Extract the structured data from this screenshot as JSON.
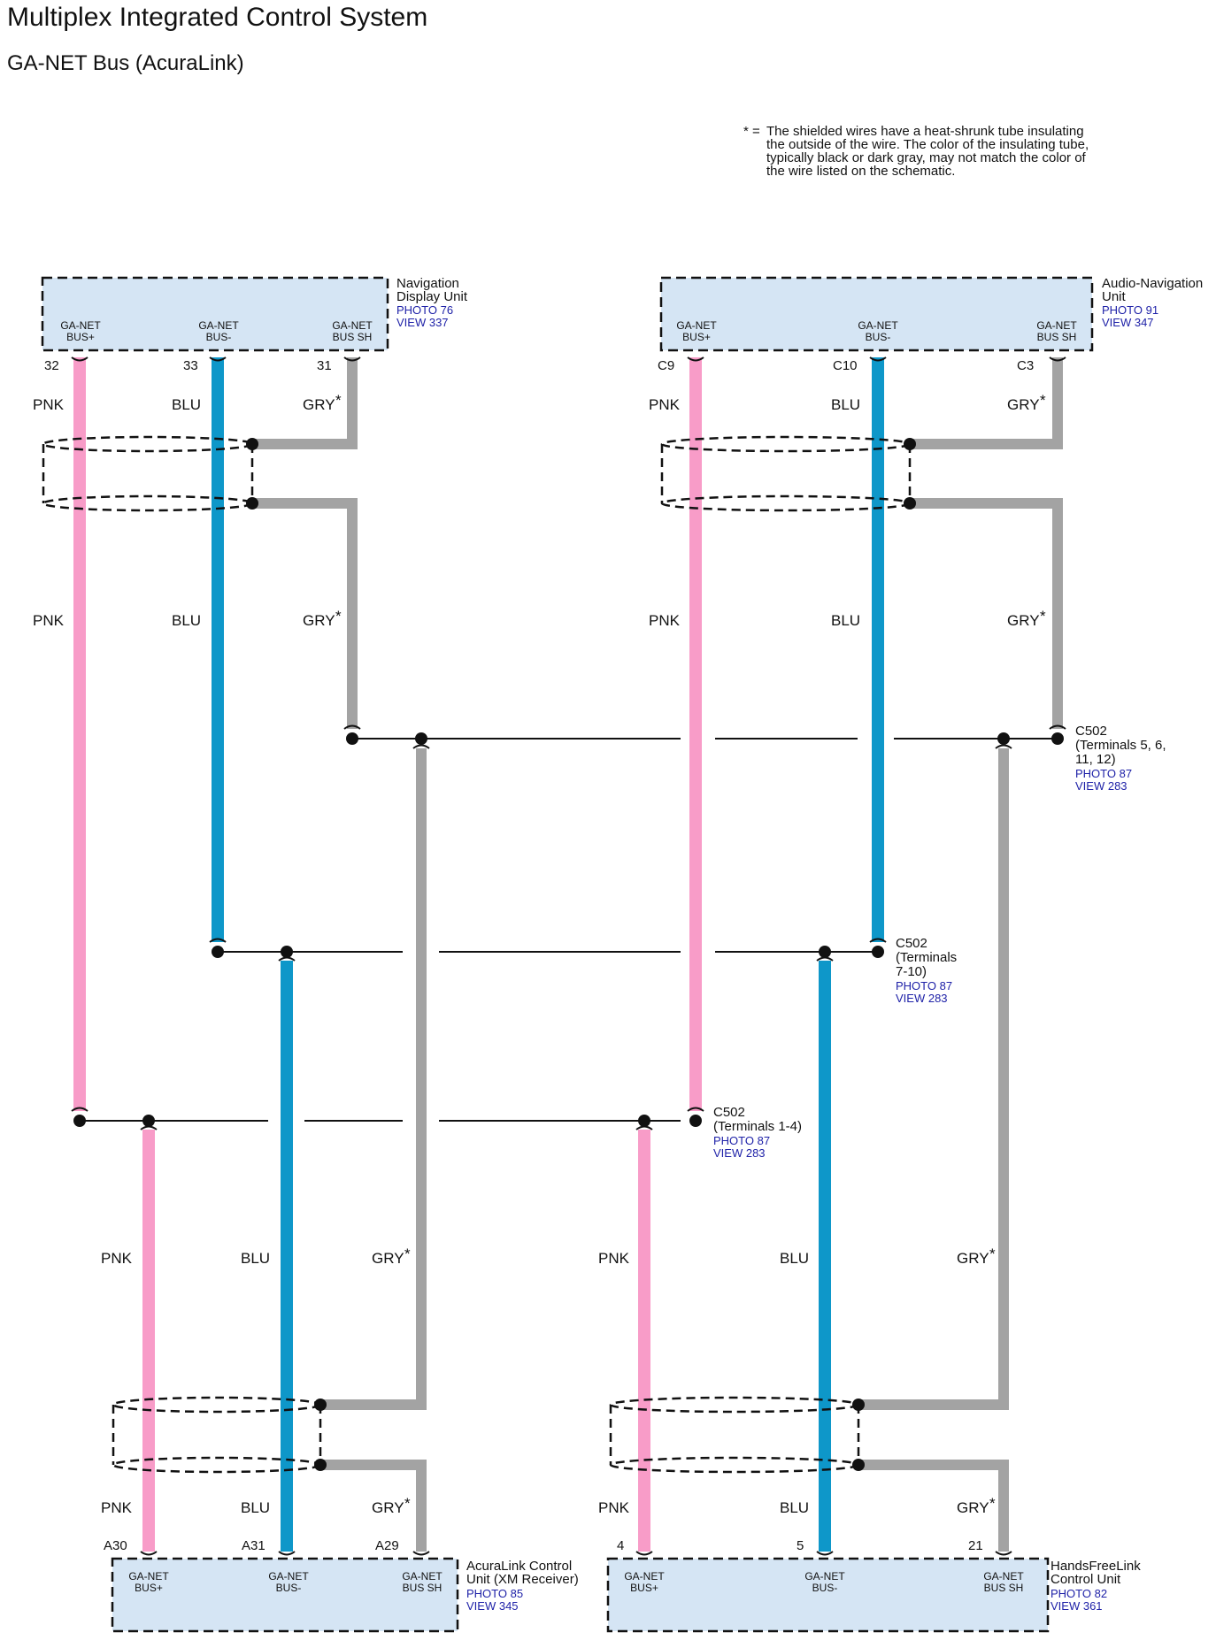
{
  "header": {
    "title": "Multiplex Integrated Control System",
    "subtitle": "GA-NET Bus (AcuraLink)"
  },
  "note": {
    "marker": "* =",
    "lines": [
      "The shielded wires have a heat-shrunk tube insulating",
      "the outside of the wire. The color of the insulating tube,",
      "typically black or dark gray, may not match the color of",
      "the wire listed on the schematic."
    ]
  },
  "colors": {
    "pnk": "#f89cc8",
    "blu": "#0e97c9",
    "gry": "#a3a3a3",
    "box_fill": "#d5e5f4"
  },
  "components": {
    "nav_display": {
      "name1": "Navigation",
      "name2": "Display Unit",
      "photo": "PHOTO 76",
      "view": "VIEW 337",
      "terminals": [
        {
          "l1": "GA-NET",
          "l2": "BUS+",
          "pin": "32"
        },
        {
          "l1": "GA-NET",
          "l2": "BUS-",
          "pin": "33"
        },
        {
          "l1": "GA-NET",
          "l2": "BUS SH",
          "pin": "31"
        }
      ]
    },
    "audio_nav": {
      "name1": "Audio-Navigation",
      "name2": "Unit",
      "photo": "PHOTO 91",
      "view": "VIEW 347",
      "terminals": [
        {
          "l1": "GA-NET",
          "l2": "BUS+",
          "pin": "C9"
        },
        {
          "l1": "GA-NET",
          "l2": "BUS-",
          "pin": "C10"
        },
        {
          "l1": "GA-NET",
          "l2": "BUS SH",
          "pin": "C3"
        }
      ]
    },
    "acuralink": {
      "name1": "AcuraLink Control",
      "name2": "Unit (XM Receiver)",
      "photo": "PHOTO 85",
      "view": "VIEW 345",
      "terminals": [
        {
          "l1": "GA-NET",
          "l2": "BUS+",
          "pin": "A30"
        },
        {
          "l1": "GA-NET",
          "l2": "BUS-",
          "pin": "A31"
        },
        {
          "l1": "GA-NET",
          "l2": "BUS SH",
          "pin": "A29"
        }
      ]
    },
    "handsfree": {
      "name1": "HandsFreeLink",
      "name2": "Control Unit",
      "photo": "PHOTO 82",
      "view": "VIEW 361",
      "terminals": [
        {
          "l1": "GA-NET",
          "l2": "BUS+",
          "pin": "4"
        },
        {
          "l1": "GA-NET",
          "l2": "BUS-",
          "pin": "5"
        },
        {
          "l1": "GA-NET",
          "l2": "BUS SH",
          "pin": "21"
        }
      ]
    }
  },
  "connectors": {
    "c502_sh": {
      "line1": "C502",
      "line2": "(Terminals 5, 6,",
      "line3": "11, 12)",
      "photo": "PHOTO 87",
      "view": "VIEW 283"
    },
    "c502_neg": {
      "line1": "C502",
      "line2": "(Terminals",
      "line3": "7-10)",
      "photo": "PHOTO 87",
      "view": "VIEW 283"
    },
    "c502_pos": {
      "line1": "C502",
      "line2": "(Terminals 1-4)",
      "photo": "PHOTO 87",
      "view": "VIEW 283"
    }
  },
  "wire_labels": {
    "pnk": "PNK",
    "blu": "BLU",
    "gry": "GRY",
    "star": "*"
  }
}
